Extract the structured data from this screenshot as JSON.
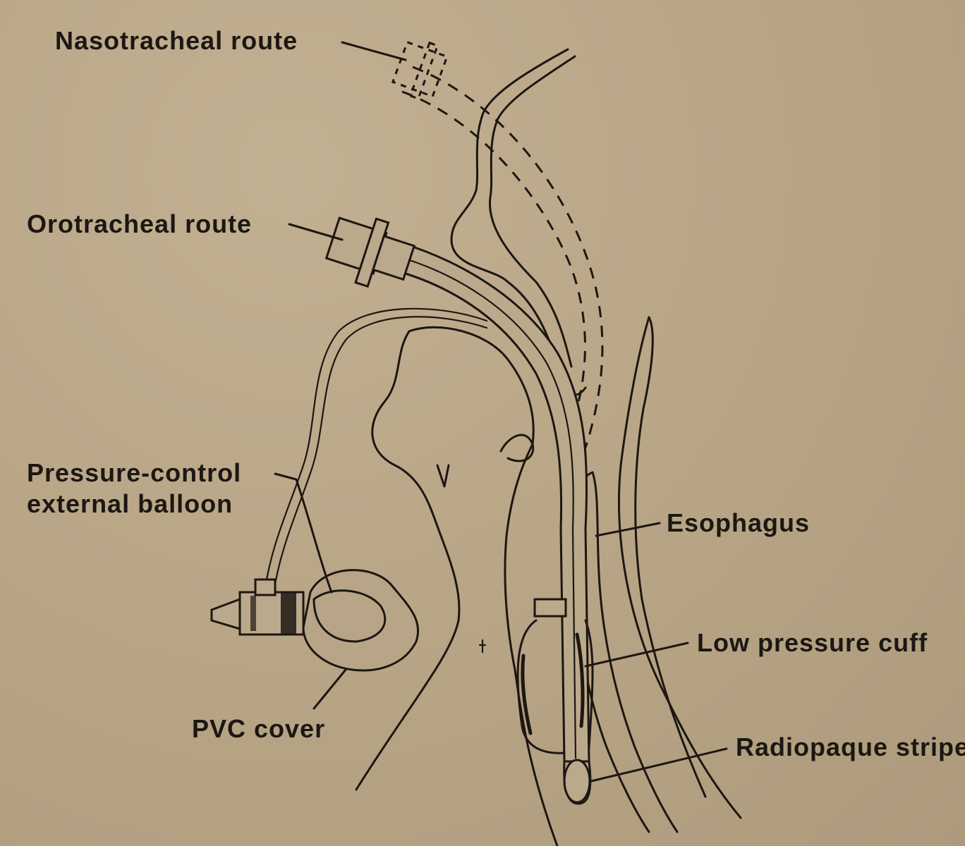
{
  "labels": {
    "nasotracheal": "Nasotracheal route",
    "orotracheal": "Orotracheal route",
    "pressure_control_line1": "Pressure-control",
    "pressure_control_line2": "external balloon",
    "esophagus": "Esophagus",
    "pvc_cover": "PVC cover",
    "low_pressure_cuff": "Low pressure cuff",
    "radiopaque_stripe": "Radiopaque stripe"
  }
}
